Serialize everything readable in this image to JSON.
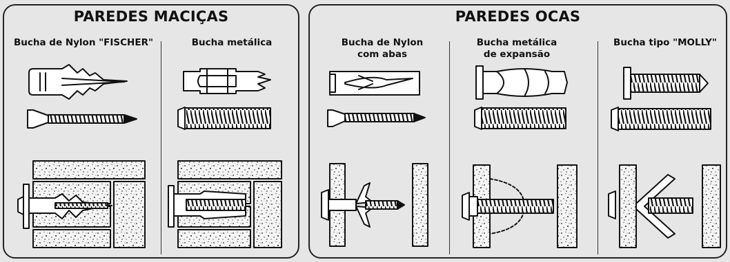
{
  "solid_walls": {
    "title": "PAREDES MACIÇAS",
    "columns": [
      {
        "label": "Bucha de Nylon \"FISCHER\""
      },
      {
        "label": "Bucha metálica"
      }
    ]
  },
  "hollow_walls": {
    "title": "PAREDES OCAS",
    "columns": [
      {
        "label_line1": "Bucha de Nylon",
        "label_line2": "com abas"
      },
      {
        "label_line1": "Bucha metálica",
        "label_line2": "de expansão"
      },
      {
        "label": "Bucha tipo \"MOLLY\""
      }
    ]
  },
  "colors": {
    "background": "#e6e6e6",
    "ink": "#111111",
    "wall_fill": "#f2f2f2"
  }
}
